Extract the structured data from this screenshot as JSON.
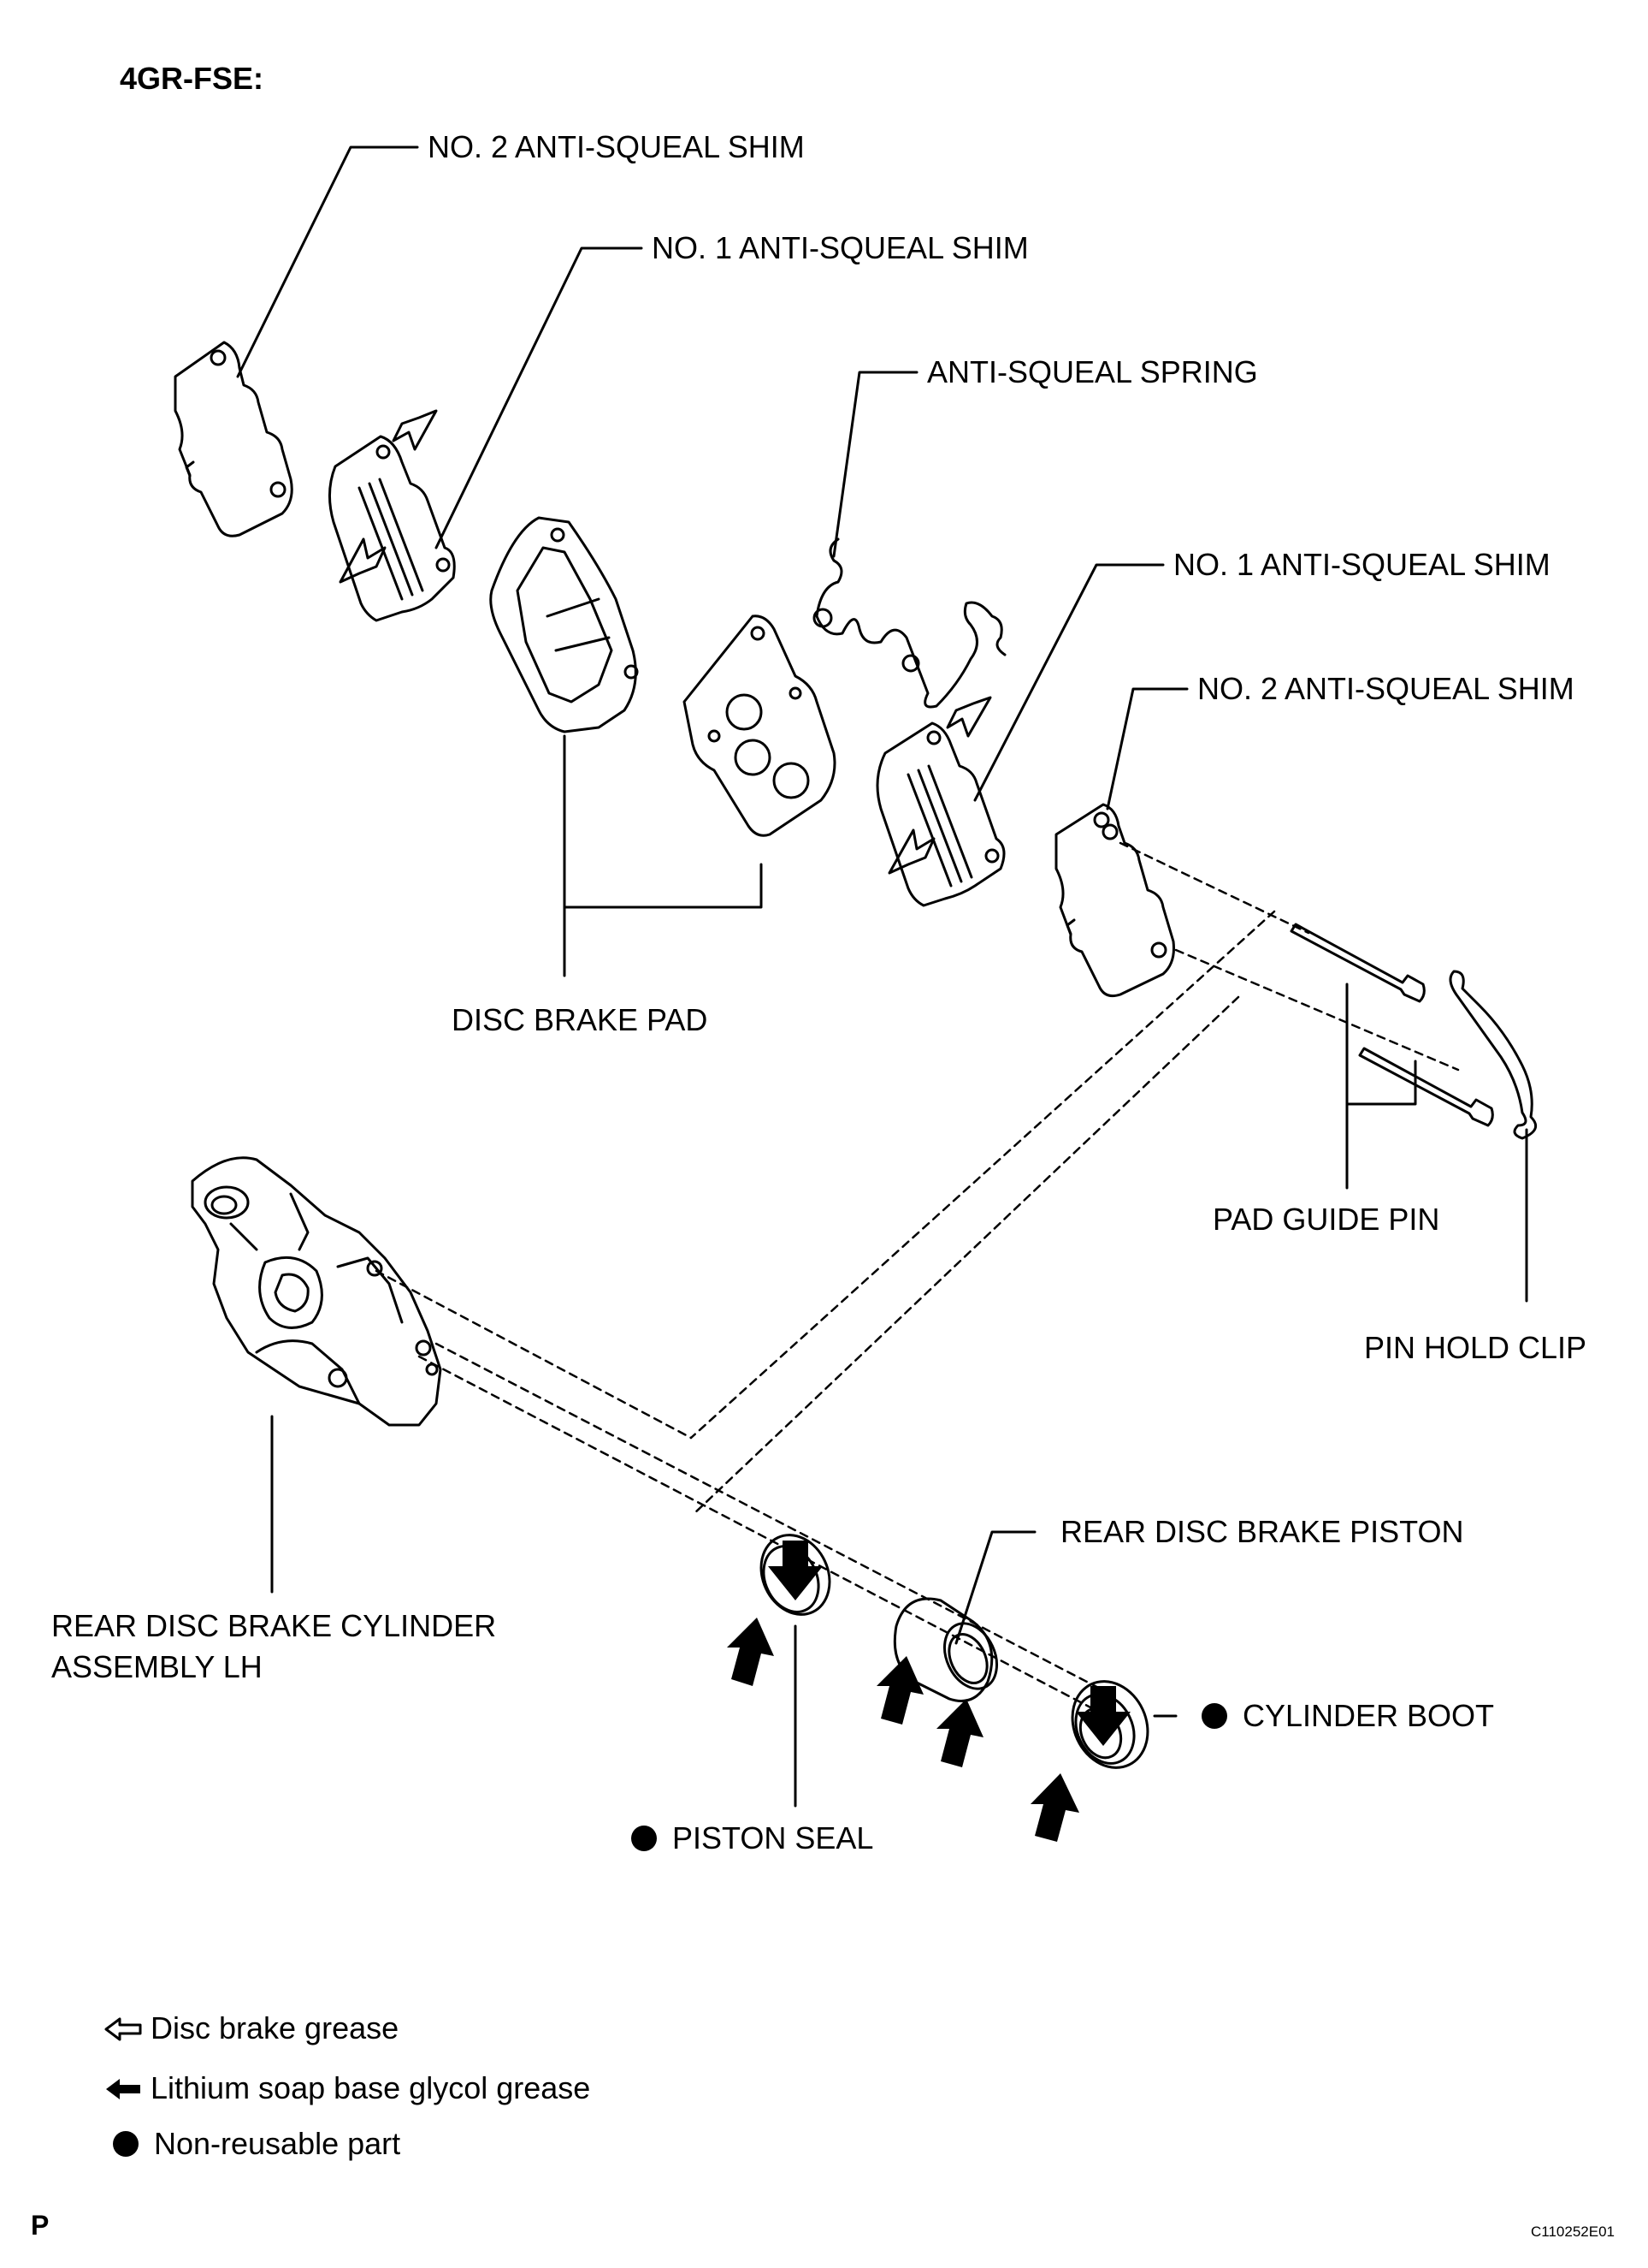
{
  "engine_label": "4GR-FSE:",
  "labels": {
    "no2_shim_top": "NO. 2 ANTI-SQUEAL SHIM",
    "no1_shim_top": "NO. 1 ANTI-SQUEAL SHIM",
    "anti_squeal_spring": "ANTI-SQUEAL SPRING",
    "no1_shim_right": "NO. 1 ANTI-SQUEAL SHIM",
    "no2_shim_right": "NO. 2 ANTI-SQUEAL SHIM",
    "disc_brake_pad": "DISC BRAKE PAD",
    "pad_guide_pin": "PAD GUIDE PIN",
    "pin_hold_clip": "PIN HOLD CLIP",
    "cylinder_assembly_line1": "REAR DISC BRAKE CYLINDER",
    "cylinder_assembly_line2": "ASSEMBLY LH",
    "rear_disc_brake_piston": "REAR DISC BRAKE PISTON",
    "cylinder_boot": "CYLINDER BOOT",
    "piston_seal": "PISTON SEAL"
  },
  "legend": {
    "disc_brake_grease": "Disc brake grease",
    "lithium_grease": "Lithium soap base glycol grease",
    "non_reusable": "Non-reusable part"
  },
  "corner_mark": "P",
  "figure_code": "C110252E01",
  "colors": {
    "ink": "#000000",
    "paper": "#ffffff"
  }
}
